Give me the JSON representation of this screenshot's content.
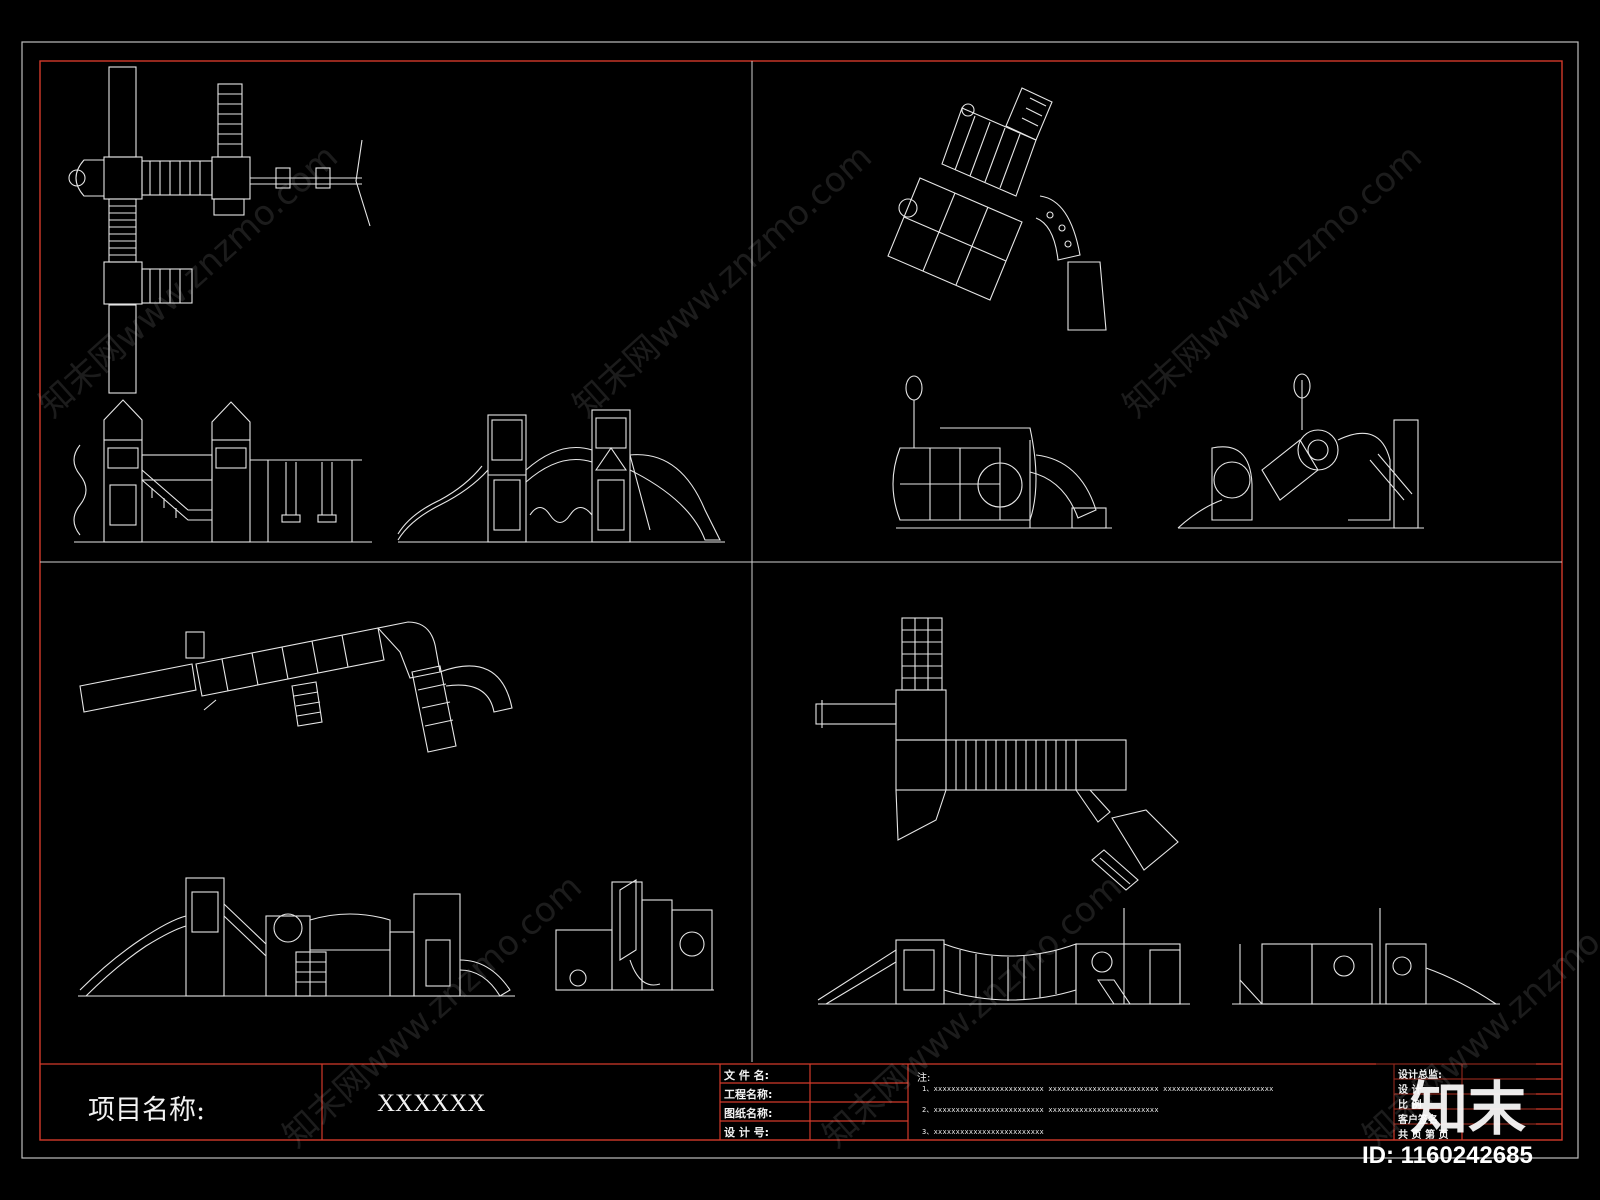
{
  "title_block": {
    "project_label": "项目名称:",
    "project_value": "XXXXXX",
    "fields": [
      "文 件 名:",
      "工程名称:",
      "图纸名称:",
      "设 计 号:"
    ],
    "note_title": "注:",
    "notes": [
      "1、xxxxxxxxxxxxxxxxxxxxxxxxx   xxxxxxxxxxxxxxxxxxxxxxxxx   xxxxxxxxxxxxxxxxxxxxxxxxx",
      "2、xxxxxxxxxxxxxxxxxxxxxxxxx   xxxxxxxxxxxxxxxxxxxxxxxxx",
      "3、xxxxxxxxxxxxxxxxxxxxxxxxx"
    ],
    "right_fields": [
      "设计总监:",
      "设    计",
      "比    例",
      "客户签名",
      "共        页        第        页"
    ]
  },
  "brand_logo": "知末",
  "image_id": "ID: 1160242685",
  "watermarks": [
    "知末网www.znzmo.com",
    "知末网www.znzmo.com",
    "知末网www.znzmo.com",
    "知末网www.znzmo.com",
    "知末网www.znzmo.com",
    "知末网www.znzmo.com"
  ],
  "colors": {
    "background": "#000000",
    "lines": "#e6e6e6",
    "frame_red": "#d23a2a"
  }
}
